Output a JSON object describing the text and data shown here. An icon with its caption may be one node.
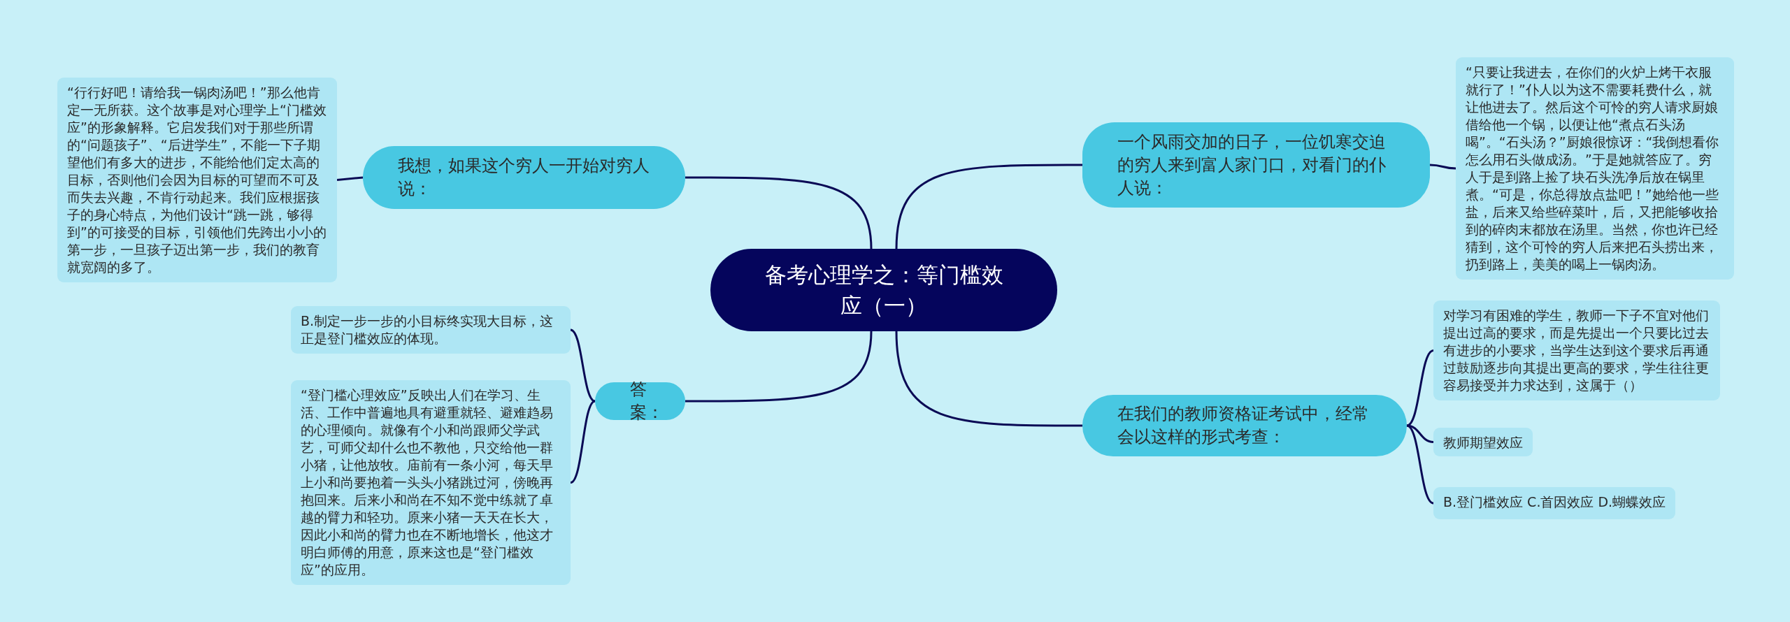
{
  "diagram": {
    "nodes": [
      {
        "text": [
          "备考心理学之：等门槛效应（一）"
        ]
      },
      {
        "text": [
          "我想，如果这个穷人一开始对穷人说："
        ]
      },
      {
        "text": [
          "“行行好吧！请给我一锅肉汤吧！”那么他肯定一无所获。这个故事是对心理学上“门槛效应”的形象解释。它启发我们对于那些所谓的“问题孩子”、“后进学生”，不能一下子期望他们有多大的进步，不能给他们定太高的目标，否则他们会因为目标的可望而不可及而失去兴趣，不肯行动起来。我们应根据孩子的身心特点，为他们设计“跳一跳，够得到”的可接受的目标，引领他们先跨出小小的第一步，一旦孩子迈出第一步，我们的教育就宽阔的多了。"
        ]
      },
      {
        "text": [
          "答案："
        ]
      },
      {
        "text": [
          "B.制定一步一步的小目标终实现大目标，这正是登门槛效应的体现。"
        ]
      },
      {
        "text": [
          "“登门槛心理效应”反映出人们在学习、生活、工作中普遍地具有避重就轻、避难趋易的心理倾向。就像有个小和尚跟师父学武艺，可师父却什么也不教他，只交给他一群小猪，让他放牧。庙前有一条小河，每天早上小和尚要抱着一头头小猪跳过河，傍晚再抱回来。后来小和尚在不知不觉中练就了卓越的臂力和轻功。原来小猪一天天在长大，因此小和尚的臂力也在不断地增长，他这才明白师傅的用意，原来这也是“登门槛效应”的应用。"
        ]
      },
      {
        "text": [
          "一个风雨交加的日子，一位饥寒交迫的穷人来到富人家门口，对看门的仆人说："
        ]
      },
      {
        "text": [
          "“只要让我进去，在你们的火炉上烤干衣服就行了！”仆人以为这不需要耗费什么，就让他进去了。然后这个可怜的穷人请求厨娘借给他一个锅，以便让他“煮点石头汤喝”。“石头汤？”厨娘很惊讶：“我倒想看你怎么用石头做成汤。”于是她就答应了。穷人于是到路上捡了块石头洗净后放在锅里煮。“可是，你总得放点盐吧！”她给他一些盐，后来又给些碎菜叶，后，又把能够收拾到的碎肉末都放在汤里。当然，你也许已经猜到，这个可怜的穷人后来把石头捞出来，扔到路上，美美的喝上一锅肉汤。"
        ]
      },
      {
        "text": [
          "在我们的教师资格证考试中，经常会以这样的形式考查："
        ]
      },
      {
        "text": [
          "对学习有困难的学生，教师一下子不宜对他们提出过高的要求，而是先提出一个只要比过去有进步的小要求，当学生达到这个要求后再通过鼓励逐步向其提出更高的要求，学生往往更容易接受并力求达到，这属于（）"
        ]
      },
      {
        "text": [
          "教师期望效应"
        ]
      },
      {
        "text": [
          "B.登门槛效应 C.首因效应 D.蝴蝶效应"
        ]
      }
    ],
    "edges": [
      {
        "from": 0,
        "to": 1,
        "arrow": "none"
      },
      {
        "from": 1,
        "to": 2,
        "arrow": "none"
      },
      {
        "from": 0,
        "to": 3,
        "arrow": "none"
      },
      {
        "from": 3,
        "to": 4,
        "arrow": "none"
      },
      {
        "from": 3,
        "to": 5,
        "arrow": "none"
      },
      {
        "from": 0,
        "to": 6,
        "arrow": "none"
      },
      {
        "from": 6,
        "to": 7,
        "arrow": "none"
      },
      {
        "from": 0,
        "to": 8,
        "arrow": "none"
      },
      {
        "from": 8,
        "to": 9,
        "arrow": "none"
      },
      {
        "from": 8,
        "to": 10,
        "arrow": "none"
      },
      {
        "from": 8,
        "to": 11,
        "arrow": "none"
      }
    ]
  }
}
